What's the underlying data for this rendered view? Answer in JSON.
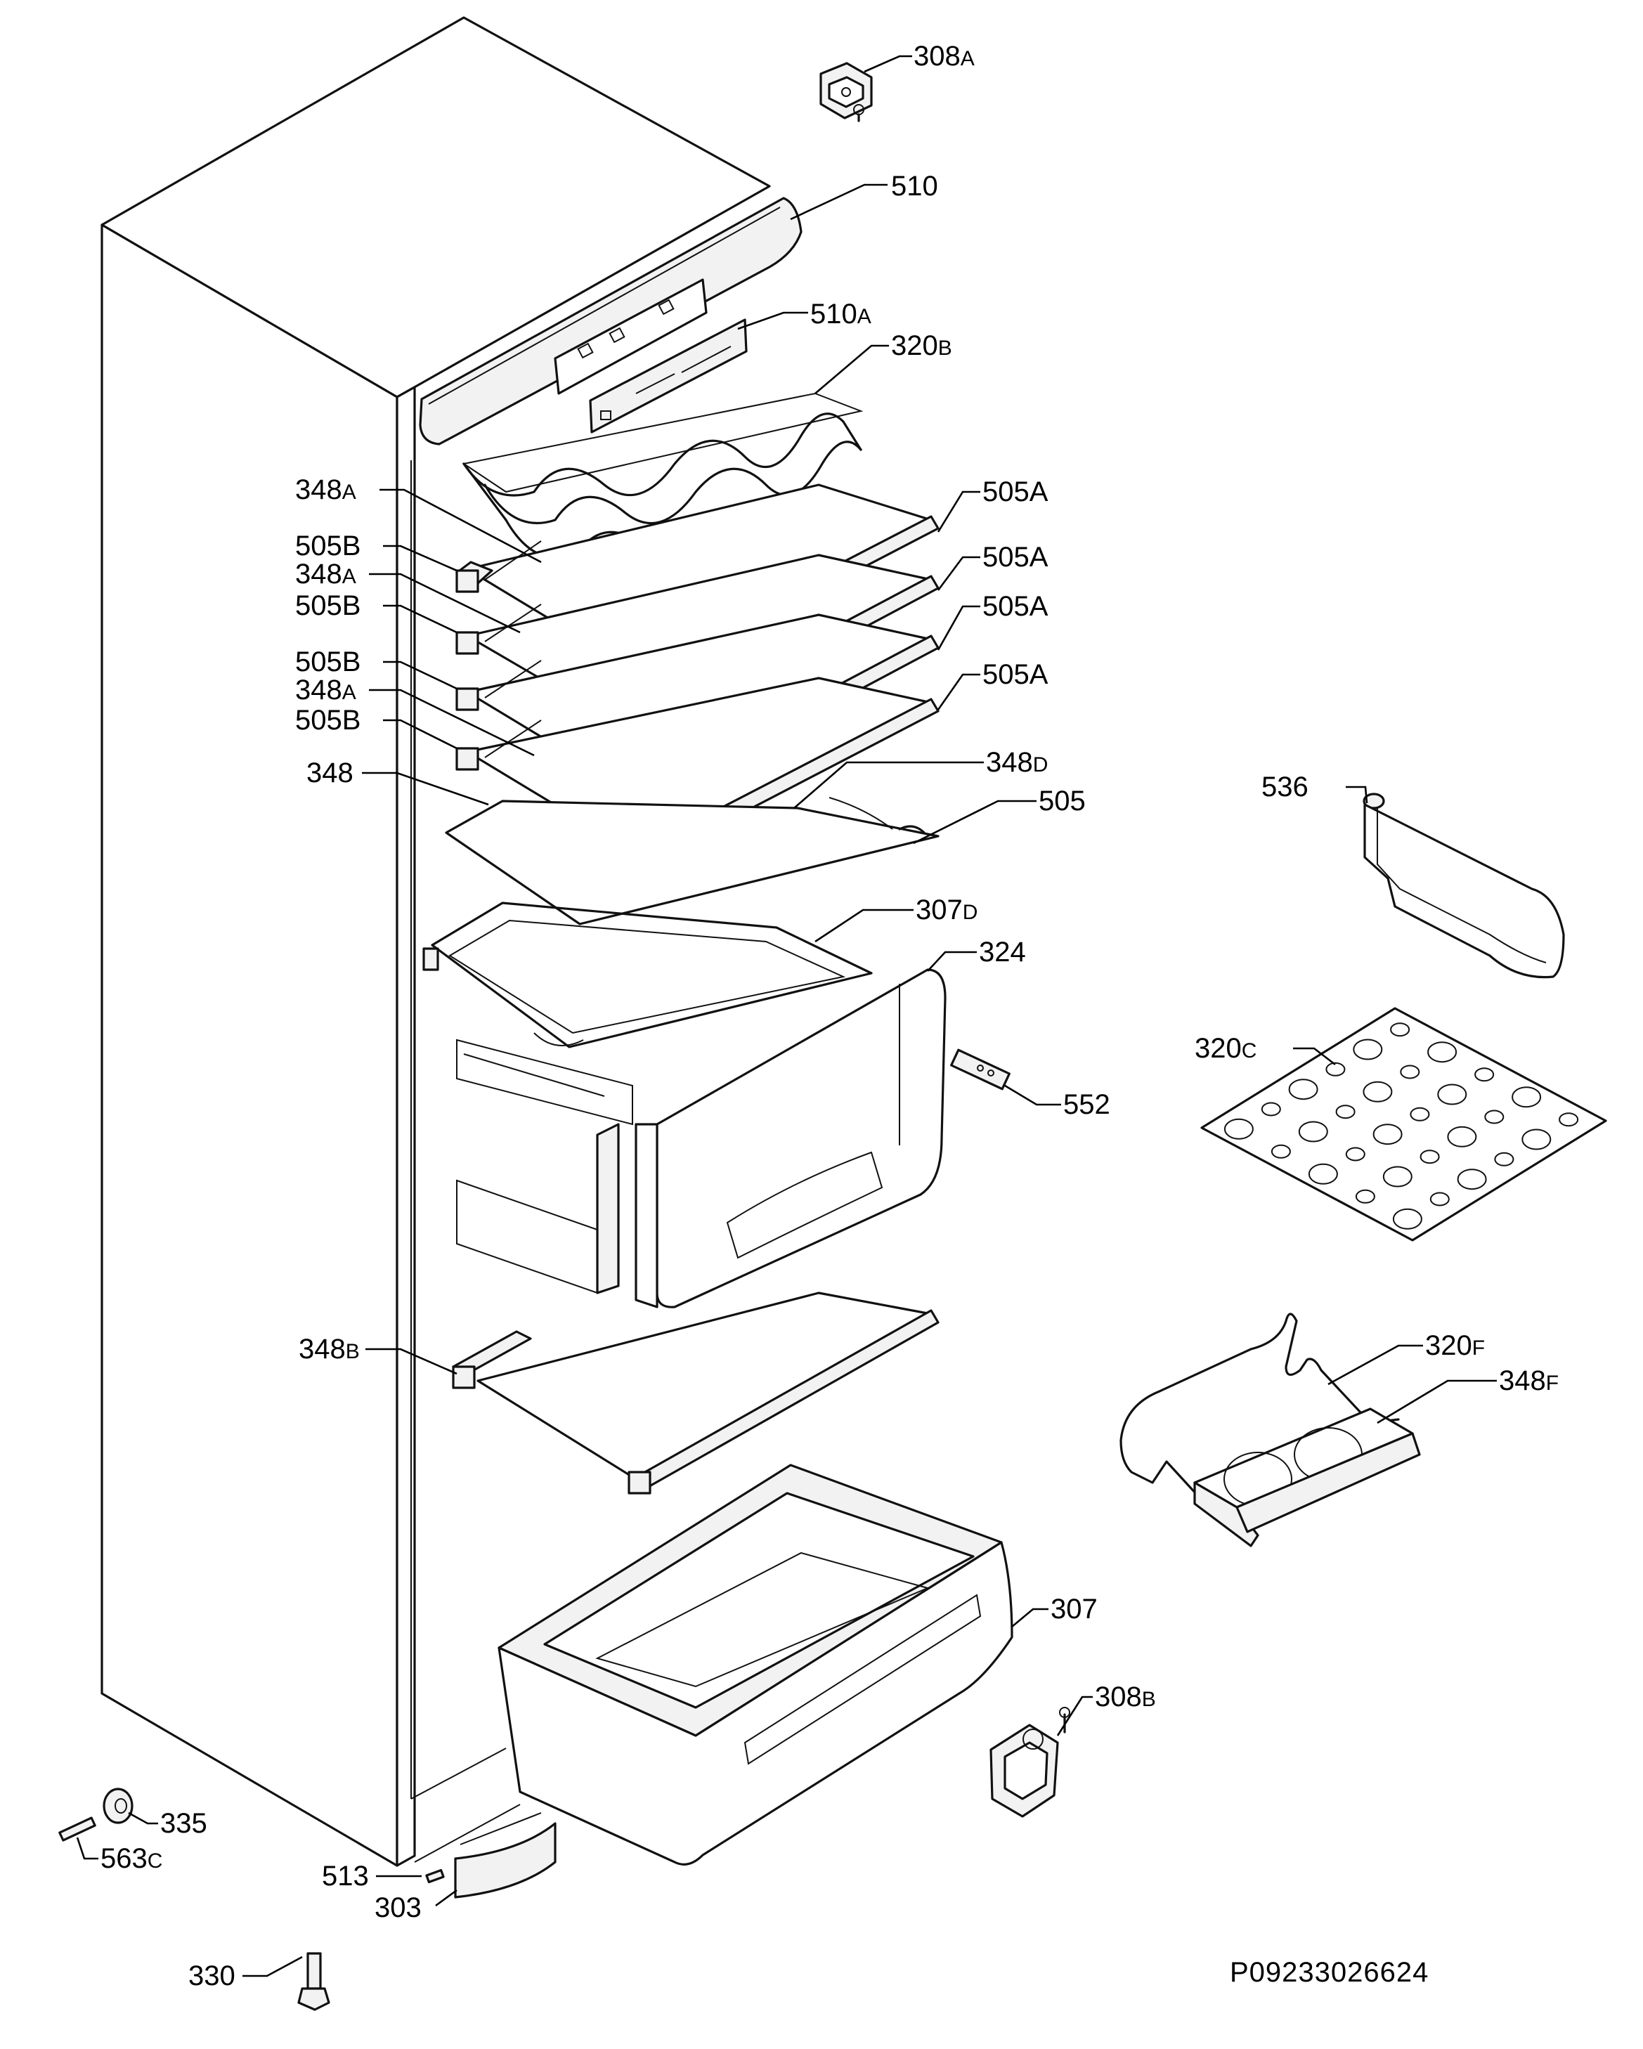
{
  "diagram": {
    "drawing_code": "P09233026624",
    "labels": {
      "l308a": {
        "num": "308",
        "suffix": "A"
      },
      "l510": {
        "num": "510",
        "suffix": ""
      },
      "l510a": {
        "num": "510",
        "suffix": "A"
      },
      "l320b": {
        "num": "320",
        "suffix": "B"
      },
      "l348a_1": {
        "num": "348",
        "suffix": "A"
      },
      "l505b_1": {
        "num": "505B",
        "suffix": ""
      },
      "l348a_2": {
        "num": "348",
        "suffix": "A"
      },
      "l505b_2": {
        "num": "505B",
        "suffix": ""
      },
      "l505b_3": {
        "num": "505B",
        "suffix": ""
      },
      "l348a_3": {
        "num": "348",
        "suffix": "A"
      },
      "l505b_4": {
        "num": "505B",
        "suffix": ""
      },
      "l348": {
        "num": "348",
        "suffix": ""
      },
      "l505a_1": {
        "num": "505A",
        "suffix": ""
      },
      "l505a_2": {
        "num": "505A",
        "suffix": ""
      },
      "l505a_3": {
        "num": "505A",
        "suffix": ""
      },
      "l505a_4": {
        "num": "505A",
        "suffix": ""
      },
      "l348d": {
        "num": "348",
        "suffix": "D"
      },
      "l505": {
        "num": "505",
        "suffix": ""
      },
      "l307d": {
        "num": "307",
        "suffix": "D"
      },
      "l324": {
        "num": "324",
        "suffix": ""
      },
      "l552": {
        "num": "552",
        "suffix": ""
      },
      "l536": {
        "num": "536",
        "suffix": ""
      },
      "l320c": {
        "num": "320",
        "suffix": "C"
      },
      "l320f": {
        "num": "320",
        "suffix": "F"
      },
      "l348f": {
        "num": "348",
        "suffix": "F"
      },
      "l348b": {
        "num": "348",
        "suffix": "B"
      },
      "l307": {
        "num": "307",
        "suffix": ""
      },
      "l308b": {
        "num": "308",
        "suffix": "B"
      },
      "l335": {
        "num": "335",
        "suffix": ""
      },
      "l563c": {
        "num": "563",
        "suffix": "C"
      },
      "l513": {
        "num": "513",
        "suffix": ""
      },
      "l303": {
        "num": "303",
        "suffix": ""
      },
      "l330": {
        "num": "330",
        "suffix": ""
      }
    }
  }
}
